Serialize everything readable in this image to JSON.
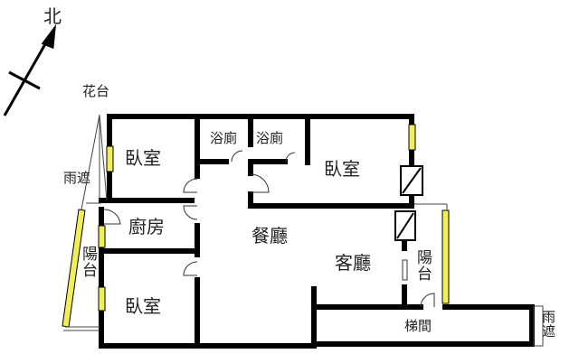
{
  "compass": {
    "north_label": "北"
  },
  "rooms": {
    "bedroom_nw": "臥室",
    "bath_1": "浴廁",
    "bath_2": "浴廁",
    "bedroom_ne": "臥室",
    "kitchen": "廚房",
    "dining": "餐廳",
    "living": "客廳",
    "bedroom_sw": "臥室",
    "stairwell": "梯間"
  },
  "exterior": {
    "planter": "花台",
    "canopy_west": "雨遮",
    "balcony_west": "陽台",
    "balcony_east": "陽台",
    "canopy_east": "雨遮"
  },
  "colors": {
    "wall": "#000000",
    "window": "#f2ee5a",
    "background": "#ffffff"
  }
}
